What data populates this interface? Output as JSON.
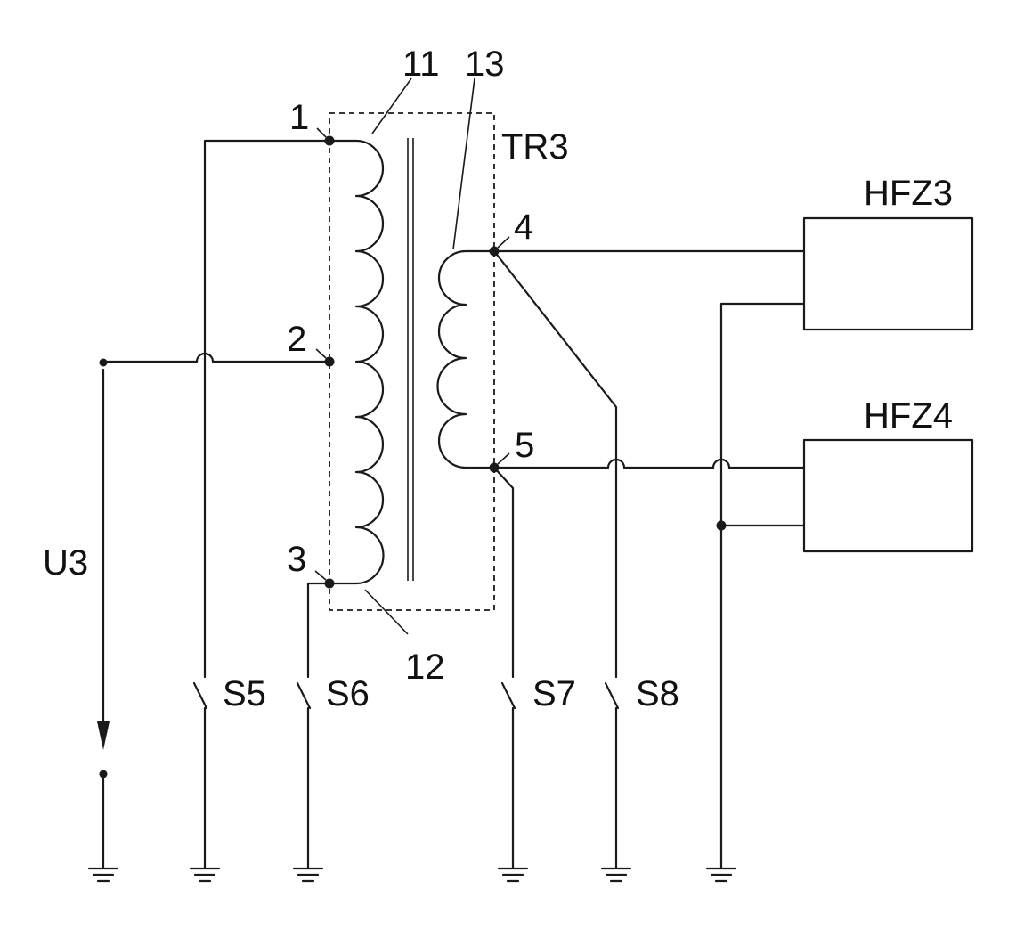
{
  "labels": {
    "transformer": "TR3",
    "winding_11": "11",
    "winding_12": "12",
    "winding_13": "13",
    "node_1": "1",
    "node_2": "2",
    "node_3": "3",
    "node_4": "4",
    "node_5": "5",
    "voltage": "U3",
    "switch_s5": "S5",
    "switch_s6": "S6",
    "switch_s7": "S7",
    "switch_s8": "S8",
    "block_hfz3": "HFZ3",
    "block_hfz4": "HFZ4"
  },
  "colors": {
    "ink": "#1a1a1a",
    "background": "#ffffff"
  },
  "icons": [
    "ground-icon",
    "switch-icon",
    "transformer-coil-icon",
    "arrow-down-icon"
  ]
}
